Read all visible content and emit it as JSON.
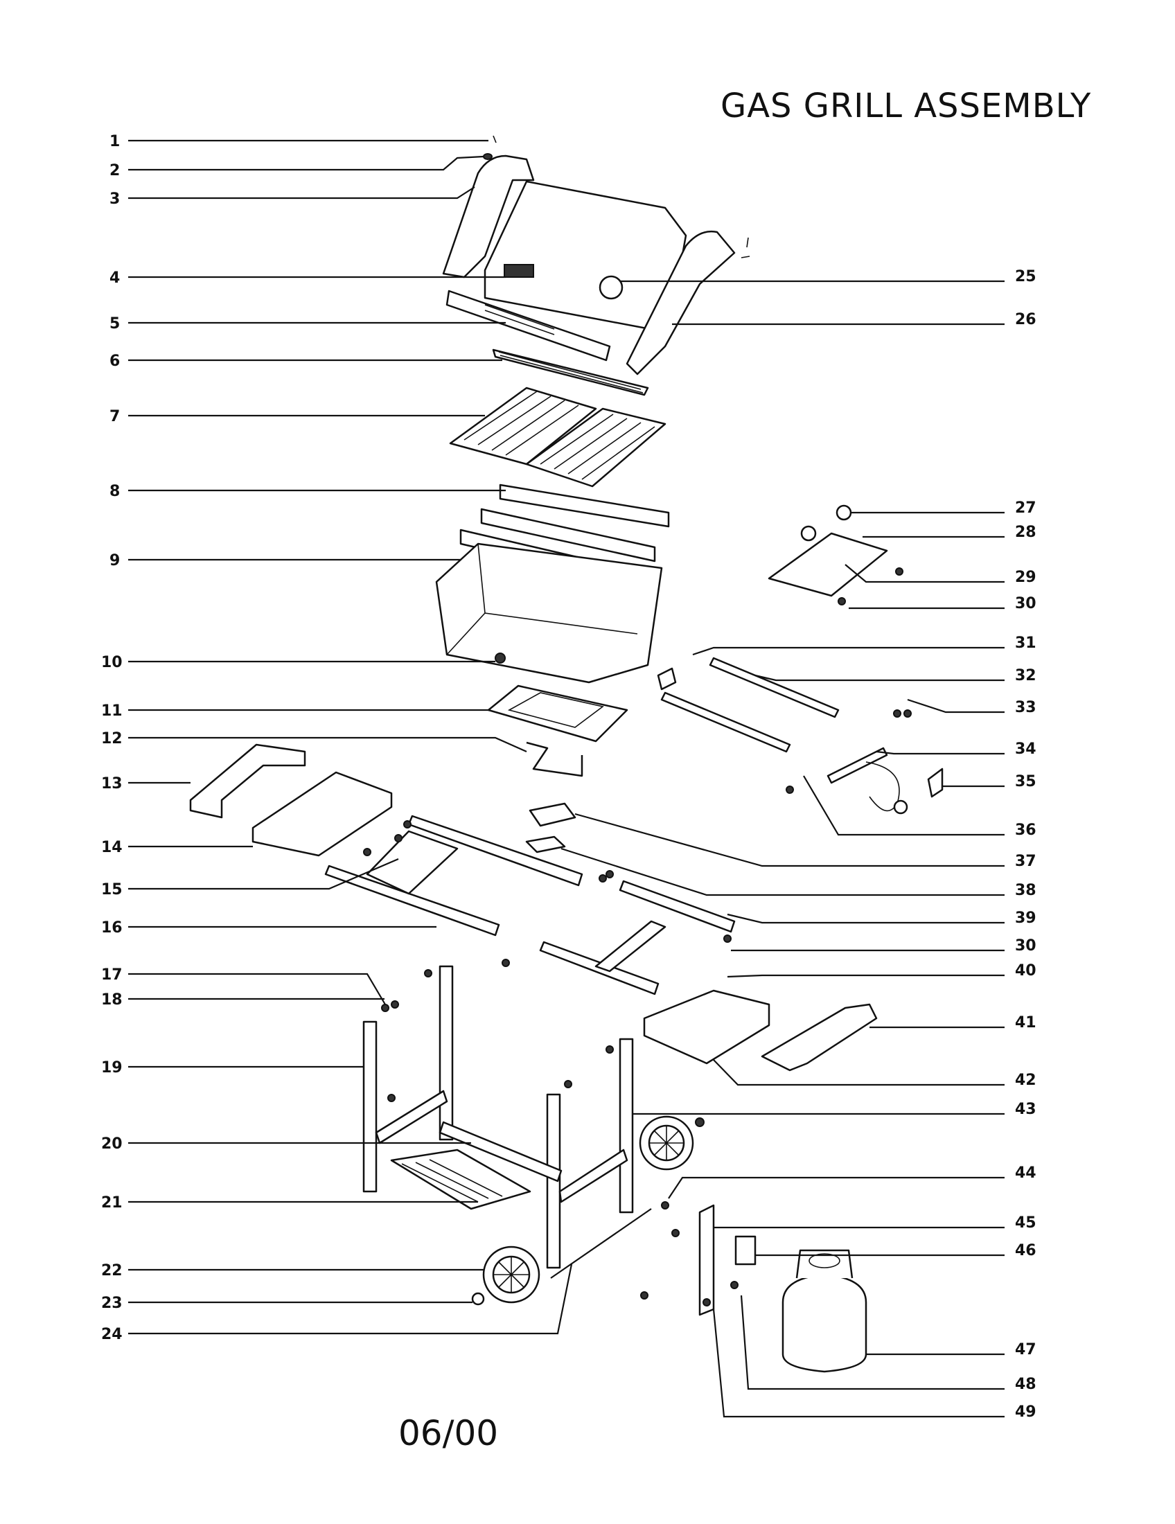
{
  "title": "GAS GRILL ASSEMBLY",
  "date_code": "06/00",
  "left_callouts": [
    "1",
    "2",
    "3",
    "4",
    "5",
    "6",
    "7",
    "8",
    "9",
    "10",
    "11",
    "12",
    "13",
    "14",
    "15",
    "16",
    "17",
    "18",
    "19",
    "20",
    "21",
    "22",
    "23",
    "24"
  ],
  "right_callouts": [
    "25",
    "26",
    "27",
    "28",
    "29",
    "30",
    "31",
    "32",
    "33",
    "34",
    "35",
    "36",
    "37",
    "38",
    "39",
    "30",
    "40",
    "41",
    "42",
    "43",
    "44",
    "45",
    "46",
    "47",
    "48",
    "49"
  ]
}
